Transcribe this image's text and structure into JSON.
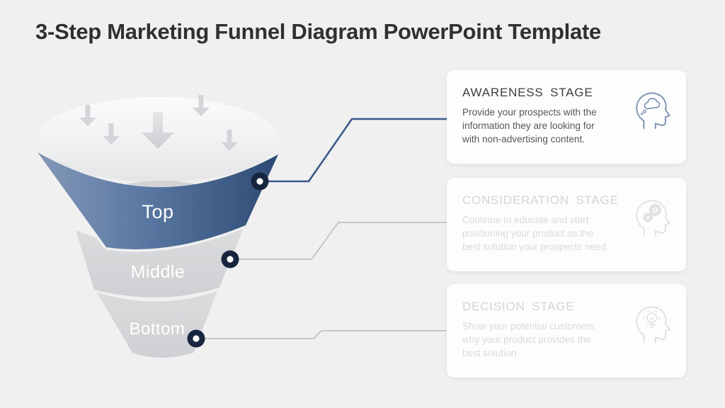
{
  "slide": {
    "title": "3-Step Marketing Funnel Diagram PowerPoint Template",
    "background_color": "#f0f0f1"
  },
  "funnel": {
    "segments": [
      {
        "label": "Top",
        "state": "highlighted"
      },
      {
        "label": "Middle",
        "state": "default"
      },
      {
        "label": "Bottom",
        "state": "default"
      }
    ]
  },
  "colors": {
    "accent_blue_left": "#8398b7",
    "accent_blue_right": "#2d4a74",
    "band_gray": "#d4d5d7",
    "connector_active": "#3a5a8a",
    "connector_inactive": "#c6c7c9",
    "dot_navy": "#17253f",
    "card_background": "#fdfdfe"
  },
  "cards": [
    {
      "title": "AWARENESS STAGE",
      "body_lines": [
        "Provide your prospects with the",
        "information they are looking for",
        "with non-advertising content."
      ],
      "icon": "head-thought-cloud",
      "state": "active"
    },
    {
      "title": "CONSIDERATION STAGE",
      "body_lines": [
        "Continue to educate and start",
        "positioning your product as the",
        "best solution your prospects need."
      ],
      "icon": "head-gears",
      "state": "inactive"
    },
    {
      "title": "DECISION STAGE",
      "body_lines": [
        "Show your potential customers",
        "why your product provides the",
        "best solution."
      ],
      "icon": "head-lightbulb",
      "state": "inactive"
    }
  ]
}
